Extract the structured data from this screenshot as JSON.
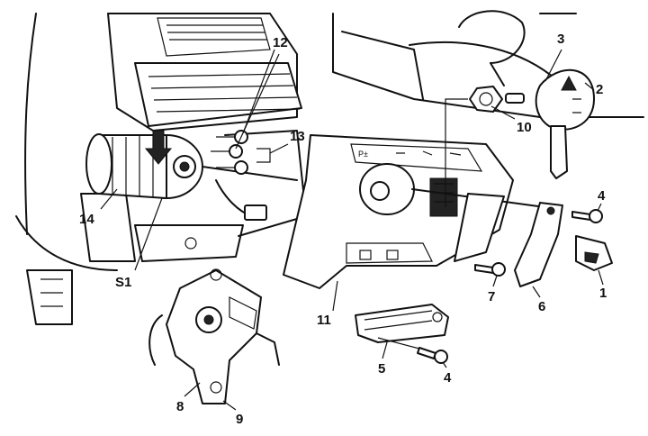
{
  "callouts": [
    {
      "id": "1",
      "label": "1"
    },
    {
      "id": "2",
      "label": "2"
    },
    {
      "id": "3",
      "label": "3"
    },
    {
      "id": "4a",
      "label": "4"
    },
    {
      "id": "4b",
      "label": "4"
    },
    {
      "id": "5",
      "label": "5"
    },
    {
      "id": "6",
      "label": "6"
    },
    {
      "id": "7",
      "label": "7"
    },
    {
      "id": "8",
      "label": "8"
    },
    {
      "id": "9",
      "label": "9"
    },
    {
      "id": "10",
      "label": "10"
    },
    {
      "id": "11",
      "label": "11"
    },
    {
      "id": "12",
      "label": "12"
    },
    {
      "id": "13",
      "label": "13"
    },
    {
      "id": "14",
      "label": "14"
    },
    {
      "id": "S1",
      "label": "S1"
    }
  ],
  "panel_symbols": [
    "P±"
  ]
}
